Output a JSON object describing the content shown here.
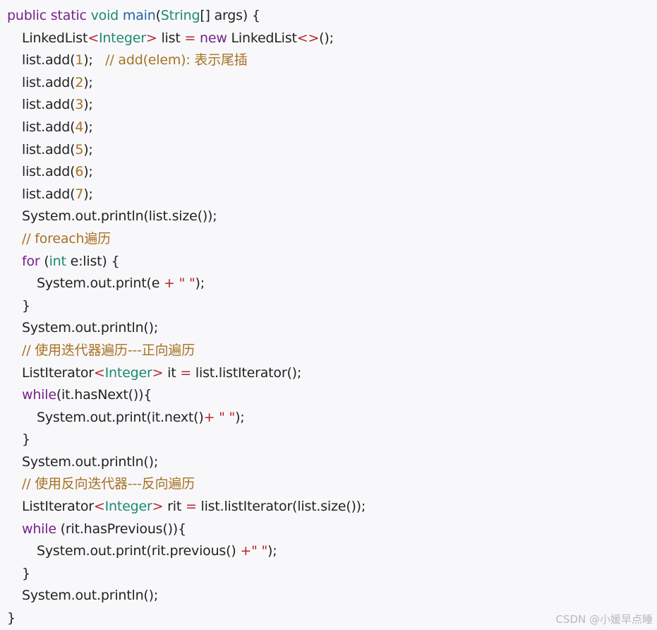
{
  "code": {
    "lines": [
      {
        "indent": 0,
        "tokens": [
          {
            "t": "kw",
            "v": "public static "
          },
          {
            "t": "type",
            "v": "void"
          },
          {
            "t": "plain",
            "v": " "
          },
          {
            "t": "func",
            "v": "main"
          },
          {
            "t": "plain",
            "v": "("
          },
          {
            "t": "type",
            "v": "String"
          },
          {
            "t": "plain",
            "v": "[] args) {"
          }
        ]
      },
      {
        "indent": 1,
        "tokens": [
          {
            "t": "plain",
            "v": "LinkedList"
          },
          {
            "t": "op",
            "v": "<"
          },
          {
            "t": "type",
            "v": "Integer"
          },
          {
            "t": "op",
            "v": ">"
          },
          {
            "t": "plain",
            "v": " list "
          },
          {
            "t": "op",
            "v": "="
          },
          {
            "t": "plain",
            "v": " "
          },
          {
            "t": "kw",
            "v": "new"
          },
          {
            "t": "plain",
            "v": " LinkedList"
          },
          {
            "t": "op",
            "v": "<>"
          },
          {
            "t": "plain",
            "v": "();"
          }
        ]
      },
      {
        "indent": 1,
        "tokens": [
          {
            "t": "plain",
            "v": "list.add("
          },
          {
            "t": "num",
            "v": "1"
          },
          {
            "t": "plain",
            "v": ");   "
          },
          {
            "t": "comment",
            "v": "// add(elem): 表示尾插"
          }
        ]
      },
      {
        "indent": 1,
        "tokens": [
          {
            "t": "plain",
            "v": "list.add("
          },
          {
            "t": "num",
            "v": "2"
          },
          {
            "t": "plain",
            "v": ");"
          }
        ]
      },
      {
        "indent": 1,
        "tokens": [
          {
            "t": "plain",
            "v": "list.add("
          },
          {
            "t": "num",
            "v": "3"
          },
          {
            "t": "plain",
            "v": ");"
          }
        ]
      },
      {
        "indent": 1,
        "tokens": [
          {
            "t": "plain",
            "v": "list.add("
          },
          {
            "t": "num",
            "v": "4"
          },
          {
            "t": "plain",
            "v": ");"
          }
        ]
      },
      {
        "indent": 1,
        "tokens": [
          {
            "t": "plain",
            "v": "list.add("
          },
          {
            "t": "num",
            "v": "5"
          },
          {
            "t": "plain",
            "v": ");"
          }
        ]
      },
      {
        "indent": 1,
        "tokens": [
          {
            "t": "plain",
            "v": "list.add("
          },
          {
            "t": "num",
            "v": "6"
          },
          {
            "t": "plain",
            "v": ");"
          }
        ]
      },
      {
        "indent": 1,
        "tokens": [
          {
            "t": "plain",
            "v": "list.add("
          },
          {
            "t": "num",
            "v": "7"
          },
          {
            "t": "plain",
            "v": ");"
          }
        ]
      },
      {
        "indent": 1,
        "tokens": [
          {
            "t": "plain",
            "v": "System.out.println(list.size());"
          }
        ]
      },
      {
        "indent": 1,
        "tokens": [
          {
            "t": "comment",
            "v": "// foreach遍历"
          }
        ]
      },
      {
        "indent": 1,
        "tokens": [
          {
            "t": "kw",
            "v": "for"
          },
          {
            "t": "plain",
            "v": " ("
          },
          {
            "t": "type",
            "v": "int"
          },
          {
            "t": "plain",
            "v": " e:list) {"
          }
        ]
      },
      {
        "indent": 2,
        "tokens": [
          {
            "t": "plain",
            "v": "System.out.print(e "
          },
          {
            "t": "op",
            "v": "+"
          },
          {
            "t": "plain",
            "v": " "
          },
          {
            "t": "str",
            "v": "\" \""
          },
          {
            "t": "plain",
            "v": ");"
          }
        ]
      },
      {
        "indent": 1,
        "tokens": [
          {
            "t": "plain",
            "v": "}"
          }
        ]
      },
      {
        "indent": 1,
        "tokens": [
          {
            "t": "plain",
            "v": "System.out.println();"
          }
        ]
      },
      {
        "indent": 1,
        "tokens": [
          {
            "t": "comment",
            "v": "// 使用迭代器遍历---正向遍历"
          }
        ]
      },
      {
        "indent": 1,
        "tokens": [
          {
            "t": "plain",
            "v": "ListIterator"
          },
          {
            "t": "op",
            "v": "<"
          },
          {
            "t": "type",
            "v": "Integer"
          },
          {
            "t": "op",
            "v": ">"
          },
          {
            "t": "plain",
            "v": " it "
          },
          {
            "t": "op",
            "v": "="
          },
          {
            "t": "plain",
            "v": " list.listIterator();"
          }
        ]
      },
      {
        "indent": 1,
        "tokens": [
          {
            "t": "kw",
            "v": "while"
          },
          {
            "t": "plain",
            "v": "(it.hasNext()){"
          }
        ]
      },
      {
        "indent": 2,
        "tokens": [
          {
            "t": "plain",
            "v": "System.out.print(it.next()"
          },
          {
            "t": "op",
            "v": "+"
          },
          {
            "t": "plain",
            "v": " "
          },
          {
            "t": "str",
            "v": "\" \""
          },
          {
            "t": "plain",
            "v": ");"
          }
        ]
      },
      {
        "indent": 1,
        "tokens": [
          {
            "t": "plain",
            "v": "}"
          }
        ]
      },
      {
        "indent": 1,
        "tokens": [
          {
            "t": "plain",
            "v": "System.out.println();"
          }
        ]
      },
      {
        "indent": 1,
        "tokens": [
          {
            "t": "comment",
            "v": "// 使用反向迭代器---反向遍历"
          }
        ]
      },
      {
        "indent": 1,
        "tokens": [
          {
            "t": "plain",
            "v": "ListIterator"
          },
          {
            "t": "op",
            "v": "<"
          },
          {
            "t": "type",
            "v": "Integer"
          },
          {
            "t": "op",
            "v": ">"
          },
          {
            "t": "plain",
            "v": " rit "
          },
          {
            "t": "op",
            "v": "="
          },
          {
            "t": "plain",
            "v": " list.listIterator(list.size());"
          }
        ]
      },
      {
        "indent": 1,
        "tokens": [
          {
            "t": "kw",
            "v": "while"
          },
          {
            "t": "plain",
            "v": " (rit.hasPrevious()){"
          }
        ]
      },
      {
        "indent": 2,
        "tokens": [
          {
            "t": "plain",
            "v": "System.out.print(rit.previous() "
          },
          {
            "t": "op",
            "v": "+"
          },
          {
            "t": "str",
            "v": "\" \""
          },
          {
            "t": "plain",
            "v": ");"
          }
        ]
      },
      {
        "indent": 1,
        "tokens": [
          {
            "t": "plain",
            "v": "}"
          }
        ]
      },
      {
        "indent": 1,
        "tokens": [
          {
            "t": "plain",
            "v": "System.out.println();"
          }
        ]
      },
      {
        "indent": 0,
        "tokens": [
          {
            "t": "plain",
            "v": "}"
          }
        ]
      }
    ]
  },
  "watermark": "CSDN @小媛早点睡",
  "colors": {
    "background": "#f8f8fa",
    "keyword": "#77208a",
    "type": "#1c8a6e",
    "function": "#225fa6",
    "number": "#a87124",
    "string": "#b5242a",
    "comment": "#a87124"
  }
}
